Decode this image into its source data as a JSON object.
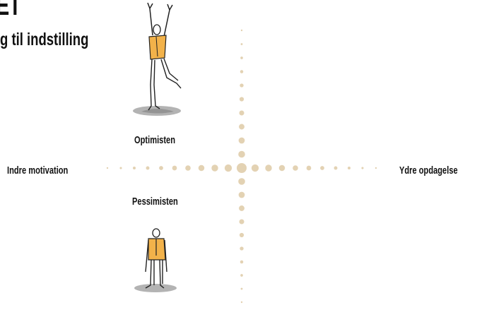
{
  "diagram": {
    "title": "ET",
    "subtitle": "g til indstilling",
    "quadrant_labels": {
      "top": "Optimisten",
      "bottom": "Pessimisten"
    },
    "axis_labels": {
      "left": "Indre motivation",
      "right": "Ydre opdagelse"
    },
    "colors": {
      "dot": "#e3d2b3",
      "vest": "#f2b24a",
      "shadow": "#9a9a9a"
    },
    "icons": [
      "jumping-man-illustration",
      "slumped-man-illustration"
    ]
  }
}
